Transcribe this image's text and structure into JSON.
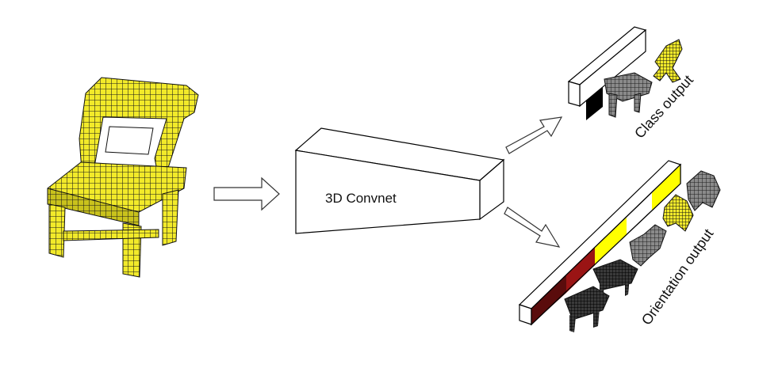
{
  "network": {
    "label": "3D Convnet"
  },
  "outputs": {
    "class_label": "Class output",
    "orientation_label": "Orientation output"
  },
  "colors": {
    "voxel_yellow": "#f2ea2a",
    "voxel_gray": "#8a8a8a",
    "voxel_dark": "#2a2a2a",
    "bar_black": "#000000",
    "bar_darkred": "#5a0c0c",
    "bar_red": "#9a1414",
    "bar_yellow": "#ffff00",
    "outline": "#000000"
  }
}
